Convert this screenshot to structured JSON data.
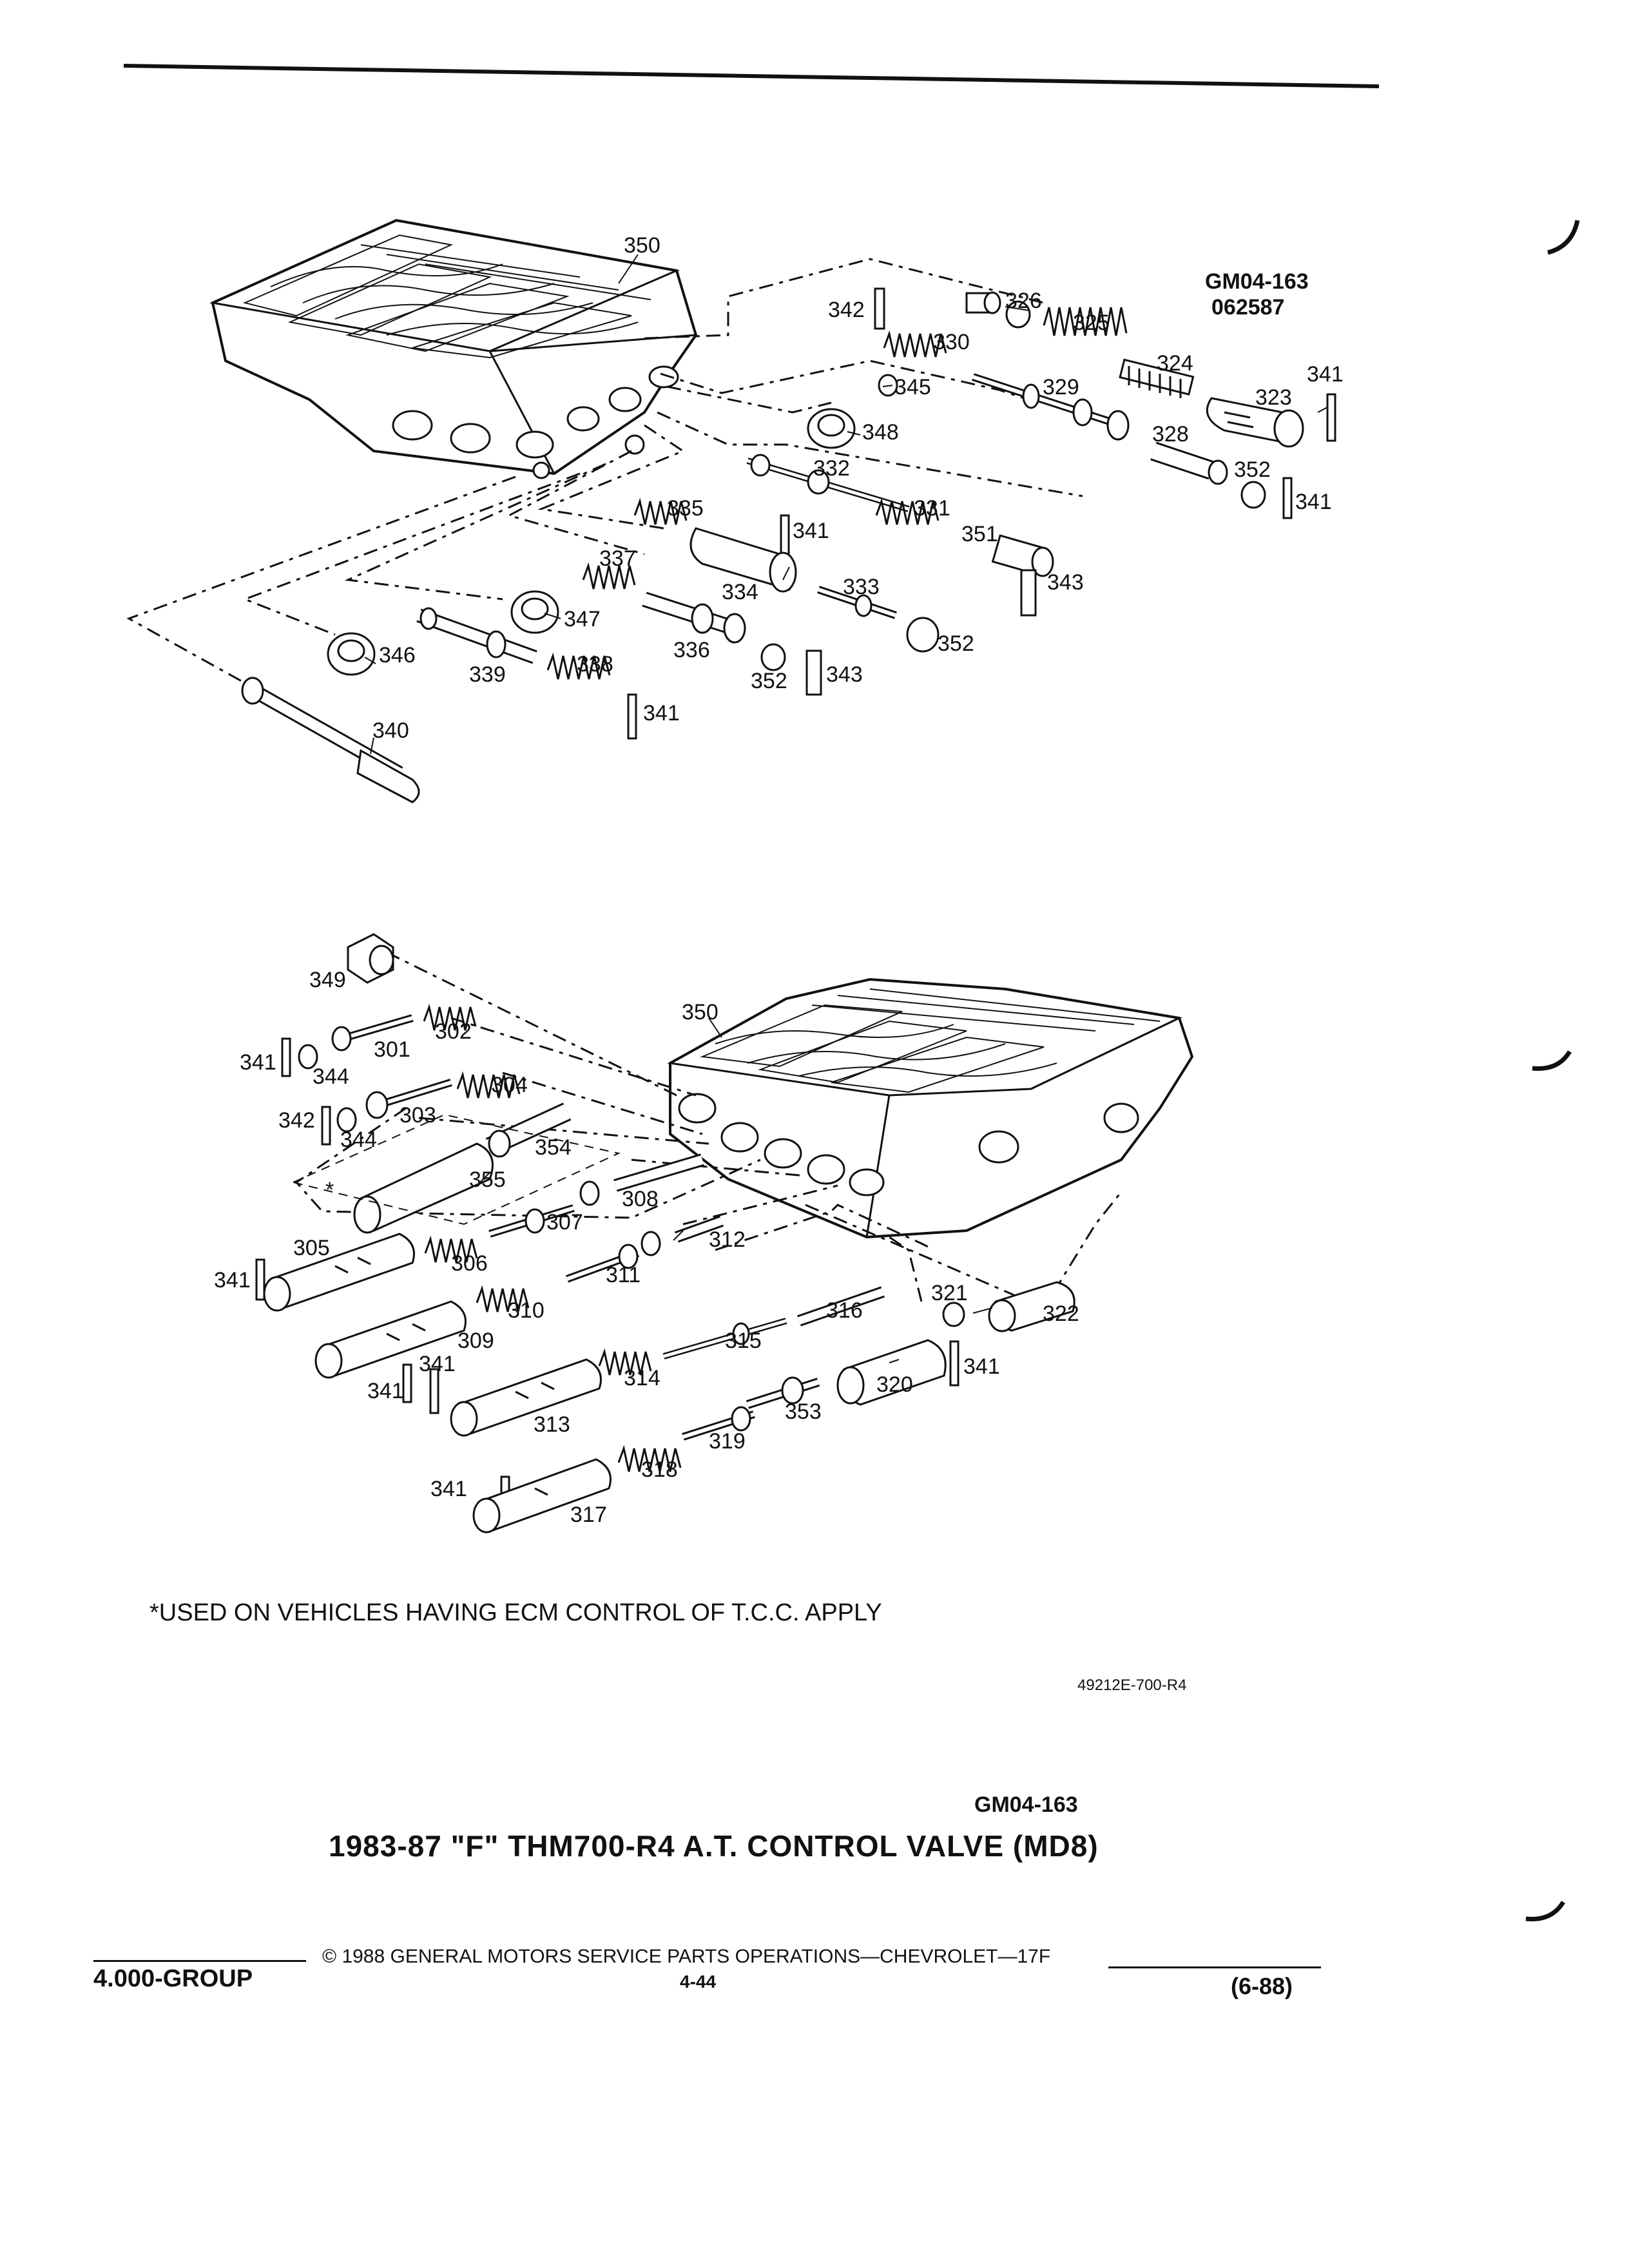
{
  "drawing_codes": {
    "code_1": "GM04-163",
    "code_2": "062587"
  },
  "top_group_callouts": {
    "c350": "350",
    "c342": "342",
    "c326": "326",
    "c325": "325",
    "c330": "330",
    "c324": "324",
    "c341a": "341",
    "c323": "323",
    "c345": "345",
    "c329": "329",
    "c348": "348",
    "c328": "328",
    "c332": "332",
    "c352a": "352",
    "c341b": "341",
    "c335": "335",
    "c331": "331",
    "c341c": "341",
    "c351": "351",
    "c337": "337",
    "c343a": "343",
    "c334": "334",
    "c333": "333",
    "c347": "347",
    "c352b": "352",
    "c336": "336",
    "c346": "346",
    "c338": "338",
    "c339": "339",
    "c352c": "352",
    "c343b": "343",
    "c341d": "341",
    "c340": "340"
  },
  "bottom_group_callouts": {
    "c349": "349",
    "c350": "350",
    "c302": "302",
    "c341a": "341",
    "c301": "301",
    "c344a": "344",
    "c304": "304",
    "c342": "342",
    "c303": "303",
    "c344b": "344",
    "c354": "354",
    "c355": "355",
    "c308": "308",
    "c307": "307",
    "c312": "312",
    "c305": "305",
    "c306": "306",
    "c341b": "341",
    "c311": "311",
    "c321": "321",
    "c310": "310",
    "c316": "316",
    "c322": "322",
    "c309": "309",
    "c315": "315",
    "c341c": "341",
    "c341d": "341",
    "c341e": "341",
    "c314": "314",
    "c320": "320",
    "c353": "353",
    "c313": "313",
    "c319": "319",
    "c341f": "341",
    "c318": "318",
    "c317": "317",
    "asterisk": "*"
  },
  "note": "*USED ON VEHICLES HAVING ECM CONTROL OF T.C.C. APPLY",
  "reference_number": "49212E-700-R4",
  "figure_code": "GM04-163",
  "title": "1983-87 \"F\" THM700-R4 A.T. CONTROL VALVE (MD8)",
  "footer": {
    "group": "4.000-GROUP",
    "copyright": "© 1988 GENERAL MOTORS SERVICE PARTS OPERATIONS—CHEVROLET—17F",
    "page": "4-44",
    "date": "(6-88)"
  }
}
